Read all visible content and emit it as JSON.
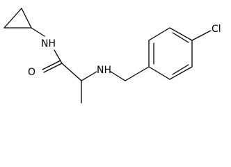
{
  "molecule": {
    "atoms": {
      "amide_n": "NH",
      "carbonyl_o": "O",
      "amine_n": "NH",
      "chlorine": "Cl"
    }
  }
}
